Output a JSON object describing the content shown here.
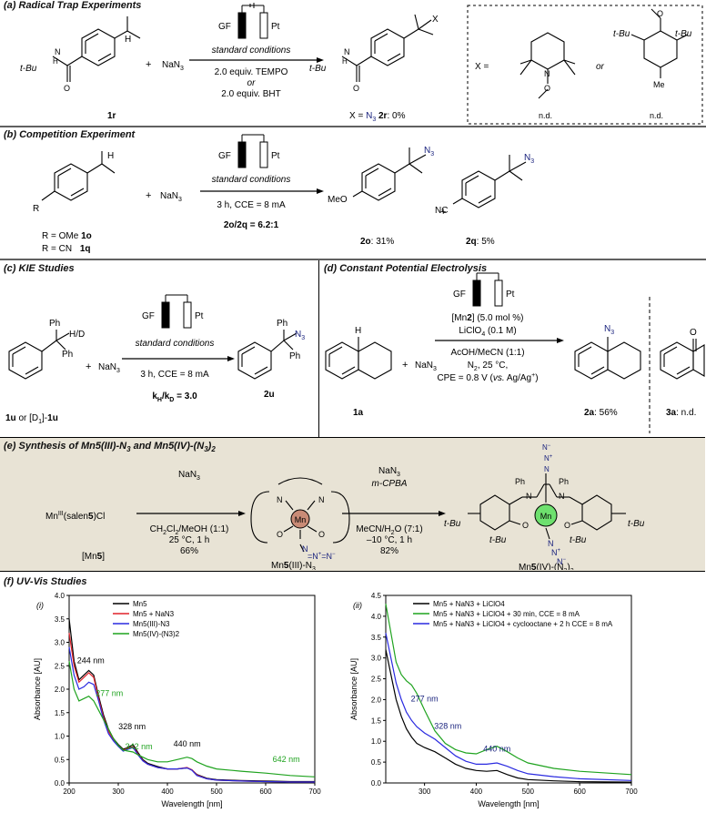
{
  "titles": {
    "a": "(a) Radical Trap Experiments",
    "b": "(b) Competition Experiment",
    "c": "(c) KIE Studies",
    "d": "(d) Constant Potential Electrolysis",
    "e": "(e) Synthesis of Mn5(III)-N3 and Mn5(IV)-(N3)2",
    "f": "(f) UV-Vis Studies"
  },
  "cell": {
    "gf": "GF",
    "pt": "Pt"
  },
  "common": {
    "standard_conditions": "standard conditions",
    "nan3": "NaN3",
    "plus": "+",
    "tbu": "t-Bu"
  },
  "panel_a": {
    "cond1": "2.0 equiv. TEMPO",
    "or": "or",
    "cond2": "2.0 equiv. BHT",
    "sm_label": "1r",
    "product_label": "X = N3 2r: 0%",
    "x_eq": "X =",
    "tempo_nd": "n.d.",
    "bht_nd": "n.d.",
    "or_mid": "or"
  },
  "panel_b": {
    "cond": "3 h, CCE = 8 mA",
    "ratio": "2o/2q = 6.2:1",
    "sm1": "R = OMe 1o",
    "sm2": "R = CN  1q",
    "p1": "2o: 31%",
    "p2": "2q: 5%",
    "meo": "MeO",
    "nc": "NC",
    "r": "R"
  },
  "panel_c": {
    "cond": "3 h, CCE = 8 mA",
    "kie": "kH/kD = 3.0",
    "sm": "1u or [D1]-1u",
    "product": "2u",
    "hd": "H/D",
    "ph": "Ph"
  },
  "panel_d": {
    "cat": "[Mn2] (5.0 mol %)",
    "elec": "LiClO4 (0.1 M)",
    "solv": "AcOH/MeCN (1:1)",
    "atm": "N2, 25 °C,",
    "cpe": "CPE = 0.8 V (vs. Ag/Ag+)",
    "sm": "1a",
    "p1": "2a: 56%",
    "p2": "3a: n.d."
  },
  "panel_e": {
    "start": "MnIII(salen5)Cl",
    "start_label": "[Mn5]",
    "r1": "NaN3",
    "c1a": "CH2Cl2/MeOH (1:1)",
    "c1b": "25 °C, 1 h",
    "y1": "66%",
    "mid": "Mn5(III)-N3",
    "r2a": "NaN3",
    "r2b": "m-CPBA",
    "c2a": "MeCN/H2O (7:1)",
    "c2b": "-10 °C, 1 h",
    "y2": "82%",
    "end": "Mn5(IV)-(N3)2",
    "mn": "Mn"
  },
  "colors": {
    "black": "#000000",
    "red": "#e0202a",
    "blue": "#2a2ae0",
    "green": "#1fa31f",
    "navy": "#1a237e",
    "mn_brown": "#c98b76",
    "mn_green": "#6ee06e"
  },
  "chart_data": [
    {
      "type": "line",
      "panel_label": "(i)",
      "xlabel": "Wavelength [nm]",
      "ylabel": "Absorbance [AU]",
      "xlim": [
        200,
        700
      ],
      "ylim": [
        0,
        4.0
      ],
      "xticks": [
        200,
        300,
        400,
        500,
        600,
        700
      ],
      "yticks": [
        0.0,
        0.5,
        1.0,
        1.5,
        2.0,
        2.5,
        3.0,
        3.5,
        4.0
      ],
      "series": [
        {
          "name": "Mn5",
          "color": "#000000",
          "x": [
            200,
            210,
            220,
            230,
            240,
            250,
            260,
            270,
            280,
            290,
            300,
            310,
            320,
            330,
            340,
            350,
            360,
            380,
            400,
            420,
            440,
            450,
            460,
            480,
            500,
            550,
            600,
            650,
            700
          ],
          "y": [
            3.5,
            2.6,
            2.2,
            2.3,
            2.4,
            2.3,
            1.85,
            1.45,
            1.15,
            0.95,
            0.82,
            0.72,
            0.76,
            0.82,
            0.65,
            0.5,
            0.42,
            0.35,
            0.3,
            0.3,
            0.32,
            0.28,
            0.18,
            0.1,
            0.07,
            0.05,
            0.04,
            0.03,
            0.03
          ]
        },
        {
          "name": "Mn5 + NaN3",
          "color": "#e0202a",
          "x": [
            200,
            210,
            220,
            230,
            240,
            250,
            260,
            270,
            280,
            290,
            300,
            310,
            320,
            330,
            340,
            350,
            360,
            380,
            400,
            420,
            440,
            450,
            460,
            480,
            500,
            550,
            600,
            650,
            700
          ],
          "y": [
            3.2,
            2.5,
            2.15,
            2.25,
            2.35,
            2.25,
            1.8,
            1.4,
            1.1,
            0.92,
            0.8,
            0.7,
            0.74,
            0.78,
            0.62,
            0.48,
            0.4,
            0.33,
            0.3,
            0.3,
            0.33,
            0.28,
            0.17,
            0.09,
            0.06,
            0.04,
            0.03,
            0.02,
            0.02
          ]
        },
        {
          "name": "Mn5(III)-N3",
          "color": "#2a2ae0",
          "x": [
            200,
            210,
            220,
            230,
            240,
            250,
            260,
            270,
            280,
            290,
            300,
            310,
            320,
            330,
            340,
            350,
            360,
            380,
            400,
            420,
            440,
            450,
            460,
            480,
            500,
            550,
            600,
            650,
            700
          ],
          "y": [
            2.9,
            2.3,
            2.0,
            2.05,
            2.15,
            2.1,
            1.75,
            1.35,
            1.05,
            0.9,
            0.78,
            0.68,
            0.72,
            0.76,
            0.6,
            0.47,
            0.4,
            0.33,
            0.3,
            0.3,
            0.32,
            0.27,
            0.16,
            0.09,
            0.06,
            0.04,
            0.03,
            0.02,
            0.02
          ]
        },
        {
          "name": "Mn5(IV)-(N3)2",
          "color": "#1fa31f",
          "x": [
            200,
            210,
            220,
            230,
            240,
            250,
            260,
            270,
            280,
            290,
            300,
            310,
            320,
            330,
            340,
            350,
            360,
            380,
            400,
            420,
            440,
            450,
            460,
            480,
            500,
            550,
            600,
            650,
            700
          ],
          "y": [
            2.6,
            2.0,
            1.75,
            1.8,
            1.85,
            1.75,
            1.55,
            1.35,
            1.15,
            0.95,
            0.8,
            0.7,
            0.68,
            0.66,
            0.6,
            0.55,
            0.5,
            0.45,
            0.45,
            0.5,
            0.55,
            0.52,
            0.45,
            0.36,
            0.3,
            0.25,
            0.21,
            0.16,
            0.13
          ]
        }
      ],
      "annotations": [
        {
          "text": "244 nm",
          "x": 244,
          "y": 2.55,
          "color": "#000000"
        },
        {
          "text": "277 nm",
          "x": 282,
          "y": 1.85,
          "color": "#1fa31f"
        },
        {
          "text": "328 nm",
          "x": 328,
          "y": 1.15,
          "color": "#000000"
        },
        {
          "text": "342 nm",
          "x": 342,
          "y": 0.72,
          "color": "#1fa31f"
        },
        {
          "text": "440 nm",
          "x": 440,
          "y": 0.78,
          "color": "#000000"
        },
        {
          "text": "642 nm",
          "x": 642,
          "y": 0.45,
          "color": "#1fa31f"
        }
      ]
    },
    {
      "type": "line",
      "panel_label": "(ii)",
      "xlabel": "Wavelength [nm]",
      "ylabel": "Absorbance [AU]",
      "xlim": [
        225,
        700
      ],
      "ylim": [
        0,
        4.5
      ],
      "xticks": [
        300,
        400,
        500,
        600,
        700
      ],
      "yticks": [
        0.0,
        0.5,
        1.0,
        1.5,
        2.0,
        2.5,
        3.0,
        3.5,
        4.0,
        4.5
      ],
      "series": [
        {
          "name": "Mn5 + NaN3 + LiClO4",
          "color": "#000000",
          "x": [
            225,
            235,
            245,
            255,
            265,
            275,
            285,
            300,
            320,
            340,
            360,
            380,
            400,
            420,
            440,
            460,
            480,
            500,
            550,
            600,
            700
          ],
          "y": [
            3.2,
            2.6,
            2.0,
            1.6,
            1.3,
            1.1,
            0.95,
            0.85,
            0.75,
            0.6,
            0.45,
            0.35,
            0.3,
            0.28,
            0.3,
            0.2,
            0.12,
            0.08,
            0.05,
            0.03,
            0.02
          ]
        },
        {
          "name": "Mn5 + NaN3 + LiClO4 + 30 min, CCE = 8 mA",
          "color": "#1fa31f",
          "x": [
            225,
            235,
            245,
            255,
            265,
            275,
            285,
            300,
            320,
            340,
            360,
            380,
            400,
            420,
            440,
            460,
            480,
            500,
            550,
            600,
            700
          ],
          "y": [
            4.3,
            3.6,
            2.9,
            2.6,
            2.45,
            2.35,
            2.15,
            1.75,
            1.25,
            0.95,
            0.8,
            0.72,
            0.7,
            0.8,
            0.88,
            0.75,
            0.6,
            0.48,
            0.35,
            0.28,
            0.2
          ]
        },
        {
          "name": "Mn5 + NaN3 + LiClO4 + cyclooctane + 2 h CCE = 8 mA",
          "color": "#2a2ae0",
          "x": [
            225,
            235,
            245,
            255,
            265,
            275,
            285,
            300,
            320,
            340,
            360,
            380,
            400,
            420,
            440,
            460,
            480,
            500,
            550,
            600,
            700
          ],
          "y": [
            3.6,
            3.0,
            2.4,
            2.0,
            1.7,
            1.5,
            1.35,
            1.2,
            1.05,
            0.85,
            0.65,
            0.52,
            0.45,
            0.45,
            0.48,
            0.4,
            0.3,
            0.22,
            0.15,
            0.1,
            0.06
          ]
        }
      ],
      "annotations": [
        {
          "text": "277 nm",
          "x": 300,
          "y": 1.95,
          "color": "#1a237e"
        },
        {
          "text": "328 nm",
          "x": 345,
          "y": 1.3,
          "color": "#1a237e"
        },
        {
          "text": "440 nm",
          "x": 440,
          "y": 0.75,
          "color": "#1a237e"
        }
      ]
    }
  ]
}
